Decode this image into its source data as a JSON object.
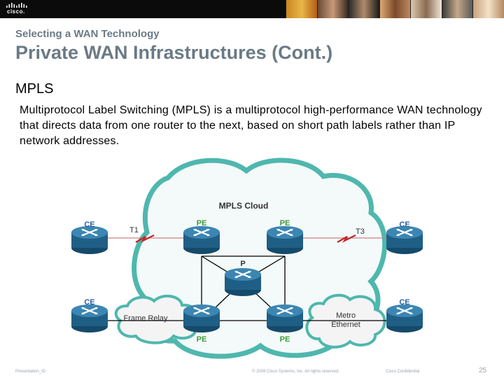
{
  "header": {
    "logo_text": "cisco.",
    "subtitle": "Selecting a WAN Technology",
    "title": "Private WAN Infrastructures (Cont.)"
  },
  "content": {
    "heading": "MPLS",
    "paragraph": "Multiprotocol Label Switching (MPLS) is a multiprotocol high-performance WAN technology that directs data from one router to the next, based on short path labels rather than IP network addresses."
  },
  "diagram": {
    "cloud_label": "MPLS Cloud",
    "t1_label": "T1",
    "t3_label": "T3",
    "frame_relay_label": "Frame Relay",
    "metro_line1": "Metro",
    "metro_line2": "Ethernet",
    "routers": {
      "ce_top_left": "CE",
      "pe_top_left": "PE",
      "pe_top_right": "PE",
      "ce_top_right": "CE",
      "p_center": "P",
      "ce_bottom_left": "CE",
      "pe_bottom_left": "PE",
      "pe_bottom_right": "PE",
      "ce_bottom_right": "CE"
    }
  },
  "footer": {
    "presentation_id": "Presentation_ID",
    "copyright": "© 2008 Cisco Systems, Inc. All rights reserved.",
    "confidential": "Cisco Confidential",
    "page_number": "25"
  },
  "colors": {
    "title_gray": "#6b7a86",
    "router_blue": "#2b6f99",
    "label_blue": "#2a5fa8",
    "label_green": "#3c9a3c",
    "cloud_teal": "#4fb7ae"
  }
}
